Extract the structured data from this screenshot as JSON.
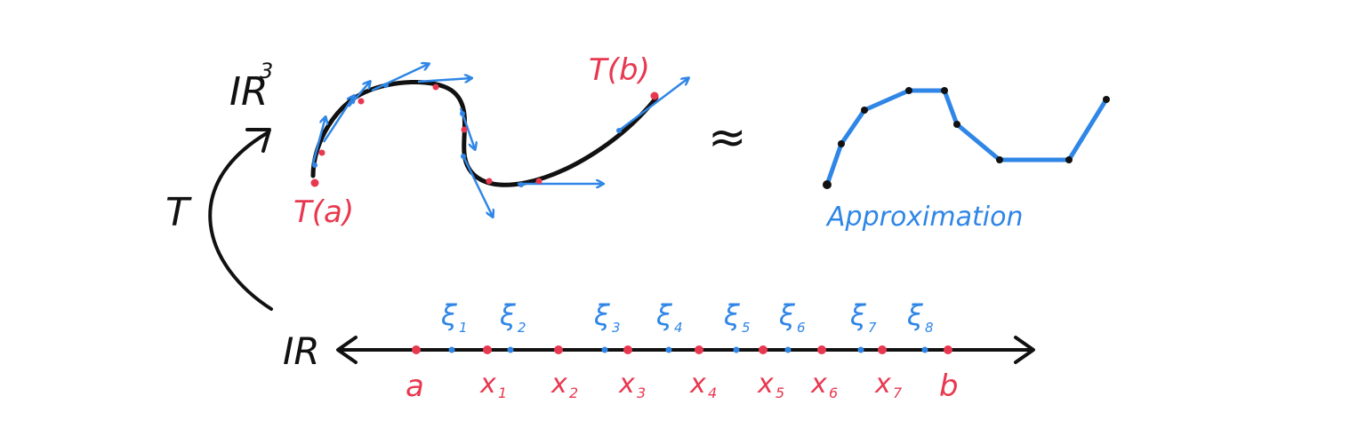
{
  "labels": {
    "space_r3": "IR",
    "space_r3_exp": "3",
    "map": "T",
    "domain": "IR",
    "curve_start": "T(a)",
    "curve_end": "T(b)",
    "approx_symbol": "≈",
    "approximation": "Approximation"
  },
  "partition_points": [
    {
      "label": "a",
      "sub": ""
    },
    {
      "label": "x",
      "sub": "1"
    },
    {
      "label": "x",
      "sub": "2"
    },
    {
      "label": "x",
      "sub": "3"
    },
    {
      "label": "x",
      "sub": "4"
    },
    {
      "label": "x",
      "sub": "5"
    },
    {
      "label": "x",
      "sub": "6"
    },
    {
      "label": "x",
      "sub": "7"
    },
    {
      "label": "b",
      "sub": ""
    }
  ],
  "sample_points": [
    {
      "label": "ξ",
      "sub": "1"
    },
    {
      "label": "ξ",
      "sub": "2"
    },
    {
      "label": "ξ",
      "sub": "3"
    },
    {
      "label": "ξ",
      "sub": "4"
    },
    {
      "label": "ξ",
      "sub": "5"
    },
    {
      "label": "ξ",
      "sub": "6"
    },
    {
      "label": "ξ",
      "sub": "7"
    },
    {
      "label": "ξ",
      "sub": "8"
    }
  ],
  "colors": {
    "ink": "#111111",
    "partition": "#e8384f",
    "sample": "#2f86e6"
  }
}
